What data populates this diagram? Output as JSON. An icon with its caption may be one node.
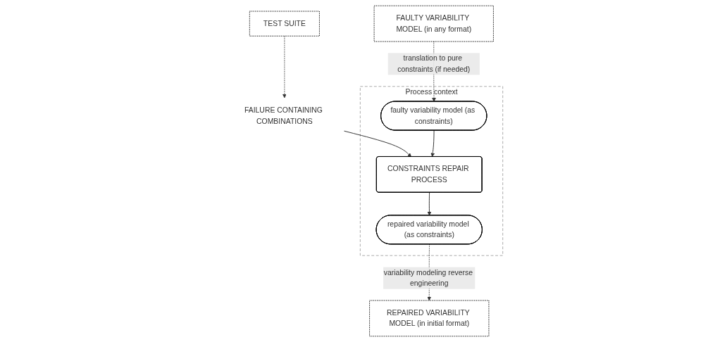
{
  "diagram": {
    "nodes": [
      {
        "text": [
          "FAULTY VARIABILITY MODEL (in any format)"
        ]
      },
      {
        "text": [
          "TEST SUITE"
        ]
      },
      {
        "text": [
          "REPAIRED VARIABILITY MODEL (in initial format)"
        ]
      },
      {
        "text": [
          "FAILURE CONTAINING COMBINATIONS"
        ]
      },
      {
        "text": [
          "Process context"
        ]
      },
      {
        "text": [
          "faulty variability model (as constraints)"
        ],
        "in": 4
      },
      {
        "text": [
          "CONSTRAINTS REPAIR PROCESS"
        ],
        "in": 4
      },
      {
        "text": [
          "repaired variability model (as constraints)"
        ],
        "in": 4
      }
    ],
    "edges": [
      {
        "from": 0,
        "to": 5,
        "arrow": "to",
        "label": "translation to pure constraints (if needed)",
        "style": "dashed"
      },
      {
        "from": 1,
        "to": 3,
        "arrow": "to",
        "style": "dashed"
      },
      {
        "from": 3,
        "to": 6,
        "arrow": "to"
      },
      {
        "from": 5,
        "to": 6,
        "arrow": "to"
      },
      {
        "from": 6,
        "to": 7,
        "arrow": "to"
      },
      {
        "from": 7,
        "to": 2,
        "arrow": "to",
        "label": "variability modeling reverse engineering",
        "style": "dashed"
      }
    ]
  }
}
